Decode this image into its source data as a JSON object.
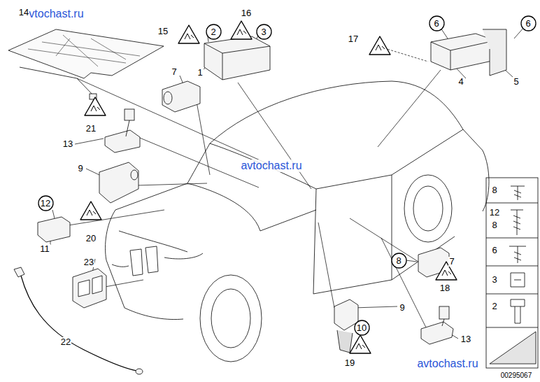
{
  "diagram": {
    "nodes": [
      {
        "text": [
          "2"
        ]
      },
      {
        "text": [
          "3"
        ]
      },
      {
        "text": [
          "6"
        ]
      },
      {
        "text": [
          "6"
        ]
      },
      {
        "text": [
          "12"
        ]
      },
      {
        "text": [
          "8"
        ]
      },
      {
        "text": [
          "10"
        ]
      }
    ],
    "labels": [
      "avtochast.ru",
      "14",
      "16",
      "15",
      "17",
      "1",
      "4",
      "5",
      "7",
      "21",
      "13",
      "avtochast.ru",
      "9",
      "20",
      "11",
      "23",
      "7",
      "18",
      "9",
      "19",
      "22",
      "13",
      "8",
      "12",
      "8",
      "6",
      "3",
      "2",
      "avtochast.ru",
      "00295067"
    ]
  }
}
